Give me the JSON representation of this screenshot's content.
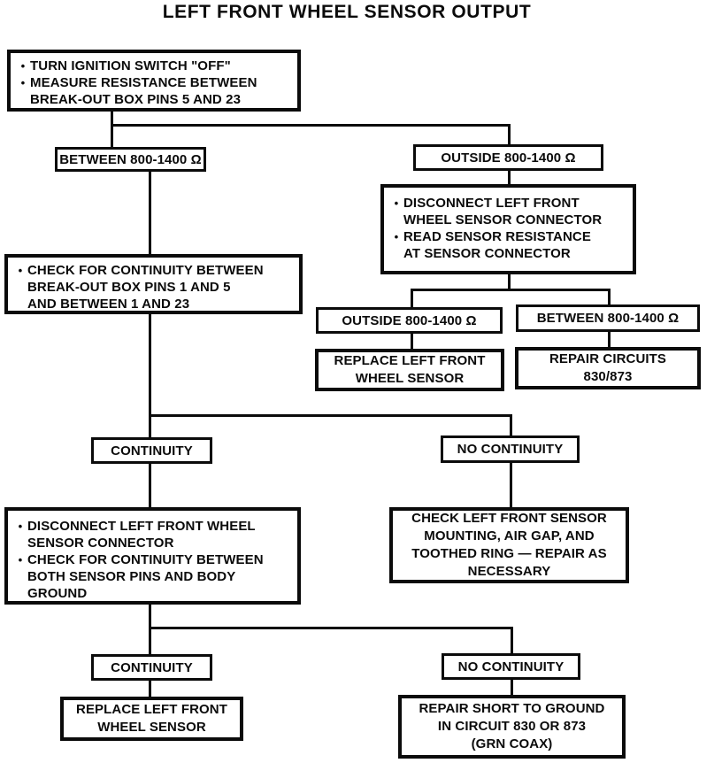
{
  "title": "LEFT FRONT WHEEL SENSOR OUTPUT",
  "icons": {
    "bullet": "•"
  },
  "colors": {
    "ink": "#0b0b0b",
    "paper": "#ffffff"
  },
  "nodes": {
    "start": {
      "bullets": [
        "TURN IGNITION SWITCH \"OFF\"",
        "MEASURE RESISTANCE BETWEEN\nBREAK-OUT BOX PINS 5 AND 23"
      ]
    },
    "between_1": {
      "label": "BETWEEN 800-1400 Ω"
    },
    "outside_1": {
      "label": "OUTSIDE 800-1400 Ω"
    },
    "disconnect_read_sensor": {
      "bullets": [
        "DISCONNECT LEFT FRONT\nWHEEL SENSOR CONNECTOR",
        "READ SENSOR RESISTANCE\nAT SENSOR CONNECTOR"
      ]
    },
    "check_continuity_breakout": {
      "bullets": [
        "CHECK FOR CONTINUITY BETWEEN\nBREAK-OUT BOX PINS 1 AND 5\nAND BETWEEN 1 AND 23"
      ]
    },
    "outside_2": {
      "label": "OUTSIDE 800-1400 Ω"
    },
    "between_2": {
      "label": "BETWEEN 800-1400 Ω"
    },
    "replace_sensor_1": {
      "text": "REPLACE LEFT FRONT\nWHEEL SENSOR"
    },
    "repair_circuits": {
      "text": "REPAIR CIRCUITS\n830/873"
    },
    "continuity_1": {
      "label": "CONTINUITY"
    },
    "no_continuity_1": {
      "label": "NO CONTINUITY"
    },
    "disconnect_check_ground": {
      "bullets": [
        "DISCONNECT LEFT FRONT WHEEL\nSENSOR CONNECTOR",
        "CHECK FOR CONTINUITY BETWEEN\nBOTH SENSOR PINS AND BODY\nGROUND"
      ]
    },
    "check_mounting": {
      "text": "CHECK LEFT FRONT SENSOR\nMOUNTING, AIR GAP, AND\nTOOTHED RING — REPAIR AS\nNECESSARY"
    },
    "continuity_2": {
      "label": "CONTINUITY"
    },
    "no_continuity_2": {
      "label": "NO CONTINUITY"
    },
    "replace_sensor_2": {
      "text": "REPLACE LEFT FRONT\nWHEEL SENSOR"
    },
    "repair_short": {
      "text": "REPAIR SHORT TO GROUND\nIN CIRCUIT 830 OR 873\n(GRN COAX)"
    }
  }
}
